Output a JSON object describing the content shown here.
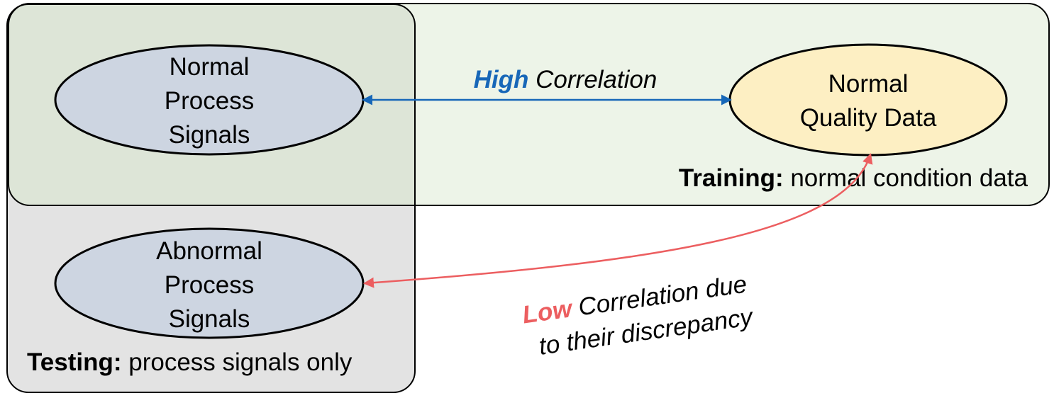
{
  "colors": {
    "training_fill": "#edf4e8",
    "testing_fill": "#e3e3e3",
    "overlap_fill": "#dde5d7",
    "ellipse_fill": "#cdd5e1",
    "quality_fill": "#fdefc3",
    "high_color": "#1767b8",
    "low_color": "#ec5e60"
  },
  "nodes": {
    "normal_process": [
      "Normal",
      "Process",
      "Signals"
    ],
    "abnormal_process": [
      "Abnormal",
      "Process",
      "Signals"
    ],
    "normal_quality": [
      "Normal",
      "Quality Data"
    ]
  },
  "regions": {
    "training": {
      "bold": "Training:",
      "rest": " normal condition data"
    },
    "testing": {
      "bold": "Testing:",
      "rest": " process signals only"
    }
  },
  "edges": {
    "high": {
      "emph": "High",
      "rest": " Correlation"
    },
    "low": {
      "emph": "Low",
      "rest": " Correlation due",
      "line2": "to their discrepancy"
    }
  }
}
